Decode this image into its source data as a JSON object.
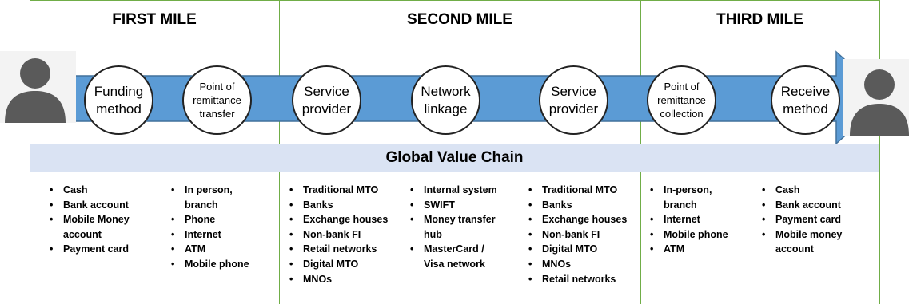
{
  "miles": [
    "FIRST MILE",
    "SECOND MILE",
    "THIRD MILE"
  ],
  "circles": [
    "Funding\nmethod",
    "Point of\nremittance\ntransfer",
    "Service\nprovider",
    "Network\nlinkage",
    "Service\nprovider",
    "Point of\nremittance\ncollection",
    "Receive\nmethod"
  ],
  "band_title": "Global Value Chain",
  "lists": [
    [
      "Cash",
      "Bank account",
      "Mobile Money\naccount",
      "Payment card"
    ],
    [
      "In person,\nbranch",
      "Phone",
      "Internet",
      "ATM",
      "Mobile phone"
    ],
    [
      "Traditional MTO",
      "Banks",
      "Exchange houses",
      "Non-bank FI",
      "Retail networks",
      "Digital MTO",
      "MNOs"
    ],
    [
      "Internal system",
      "SWIFT",
      "Money transfer\nhub",
      "MasterCard /\nVisa network"
    ],
    [
      "Traditional MTO",
      "Banks",
      "Exchange houses",
      "Non-bank FI",
      "Digital MTO",
      "MNOs",
      "Retail networks"
    ],
    [
      "In-person,\nbranch",
      "Internet",
      "Mobile phone",
      "ATM"
    ],
    [
      "Cash",
      "Bank account",
      "Payment card",
      "Mobile money\naccount"
    ]
  ],
  "colors": {
    "arrow": "#5b9bd5",
    "arrow_outline": "#41719c",
    "band": "#dae3f3",
    "frame": "#70ad47",
    "person": "#5a5a5a"
  }
}
